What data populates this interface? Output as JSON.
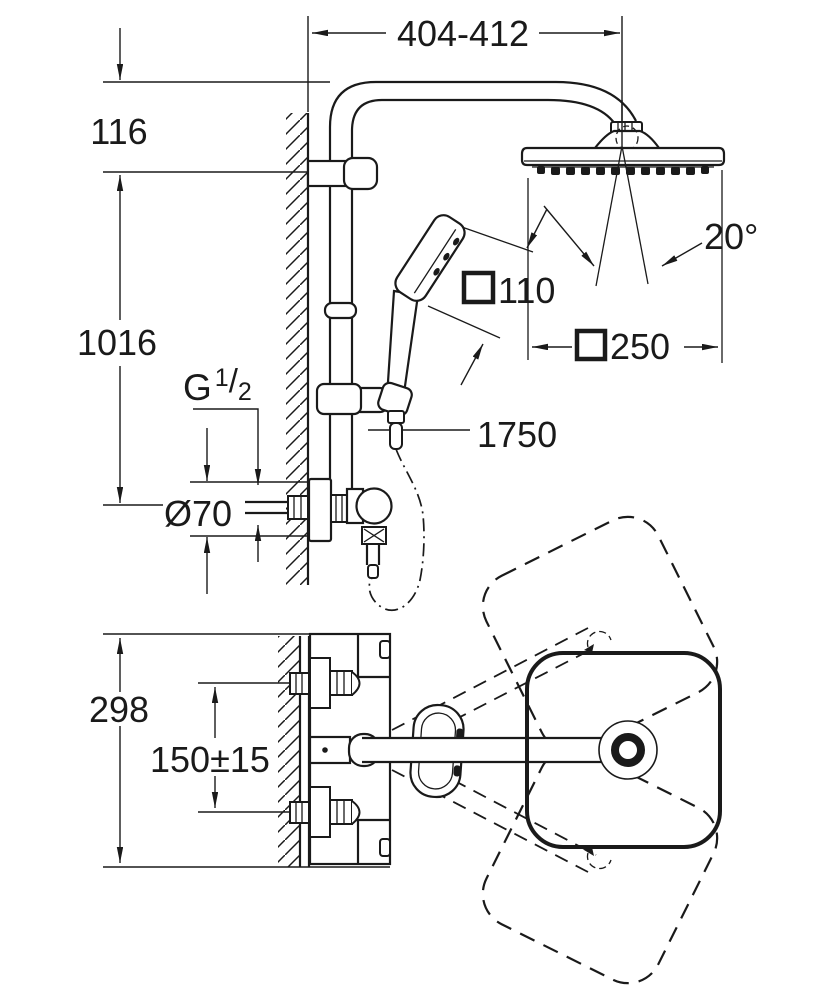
{
  "drawing": {
    "type": "technical-dimension-diagram",
    "subject": "wall-mounted shower system with head shower, hand shower and thermostat, front view and plan view",
    "colors": {
      "line": "#1a1a1a",
      "background": "#ffffff"
    },
    "dimensions": {
      "top_width_range": "404-412",
      "head_drop": "116",
      "rail_height": "1016",
      "thread_label": {
        "letter": "G",
        "sup": "1",
        "slash": "/",
        "sub": "2"
      },
      "escutcheon_diameter": "Ø70",
      "hand_shower_face_size": "110",
      "head_shower_size": "250",
      "spray_angle": "20°",
      "hose_length": "1750",
      "plan_depth": "298",
      "inlet_spacing": "150±15"
    }
  }
}
